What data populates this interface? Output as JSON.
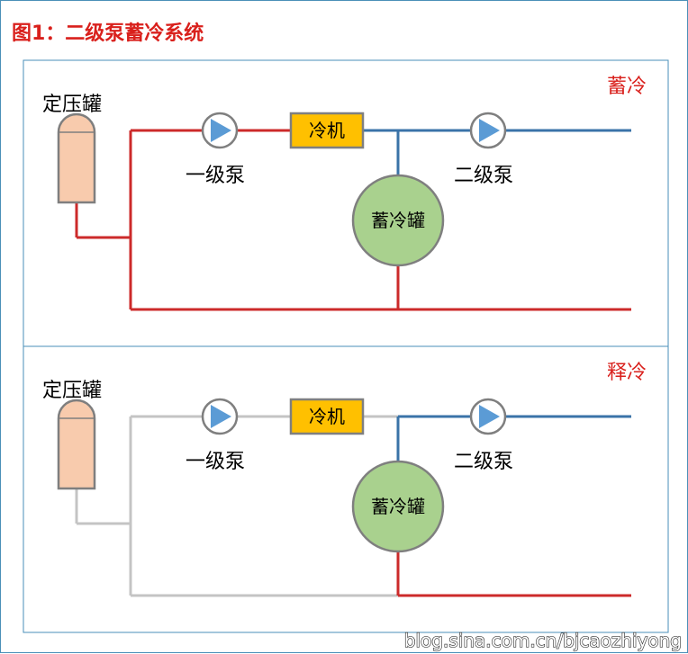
{
  "title": "图1：二级泵蓄冷系统",
  "colors": {
    "red_pipe": "#cc2a2a",
    "blue_pipe": "#3a73a8",
    "gray_pipe": "#c4c4c4",
    "chiller_fill": "#ffc000",
    "storage_tank_fill": "#a9d18e",
    "pressure_tank_fill": "#f8cbad",
    "pump_arrow": "#5b9bd5",
    "border": "#4a8fb8"
  },
  "panels": [
    {
      "mode": "蓄冷",
      "pressure_tank_label": "定压罐",
      "primary_pump_label": "一级泵",
      "chiller_label": "冷机",
      "secondary_pump_label": "二级泵",
      "storage_tank_label": "蓄冷罐"
    },
    {
      "mode": "释冷",
      "pressure_tank_label": "定压罐",
      "primary_pump_label": "一级泵",
      "chiller_label": "冷机",
      "secondary_pump_label": "二级泵",
      "storage_tank_label": "蓄冷罐"
    }
  ],
  "watermark": "blog.sina.com.cn/bjcaozhiyong"
}
